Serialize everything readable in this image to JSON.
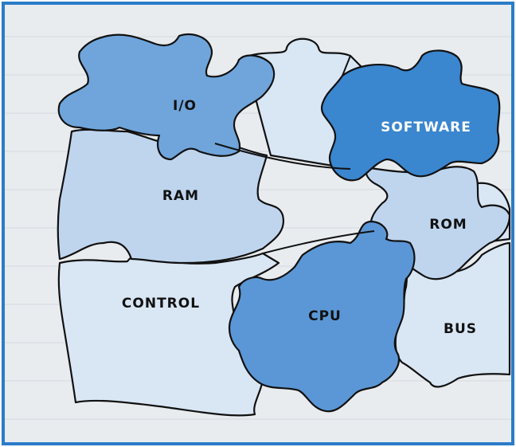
{
  "colors": {
    "border": "#2a7cc8",
    "paper": "#e9ecef",
    "dark_piece": "#3a86cf",
    "medium_piece": "#6fa5db",
    "light_piece": "#bfd5ee",
    "pale_piece": "#d9e6f4",
    "outline": "#111111"
  },
  "pieces": {
    "io": "I/O",
    "software": "SOFTWARE",
    "ram": "RAM",
    "rom": "ROM",
    "control": "CONTROL",
    "cpu": "CPU",
    "bus": "BUS"
  }
}
